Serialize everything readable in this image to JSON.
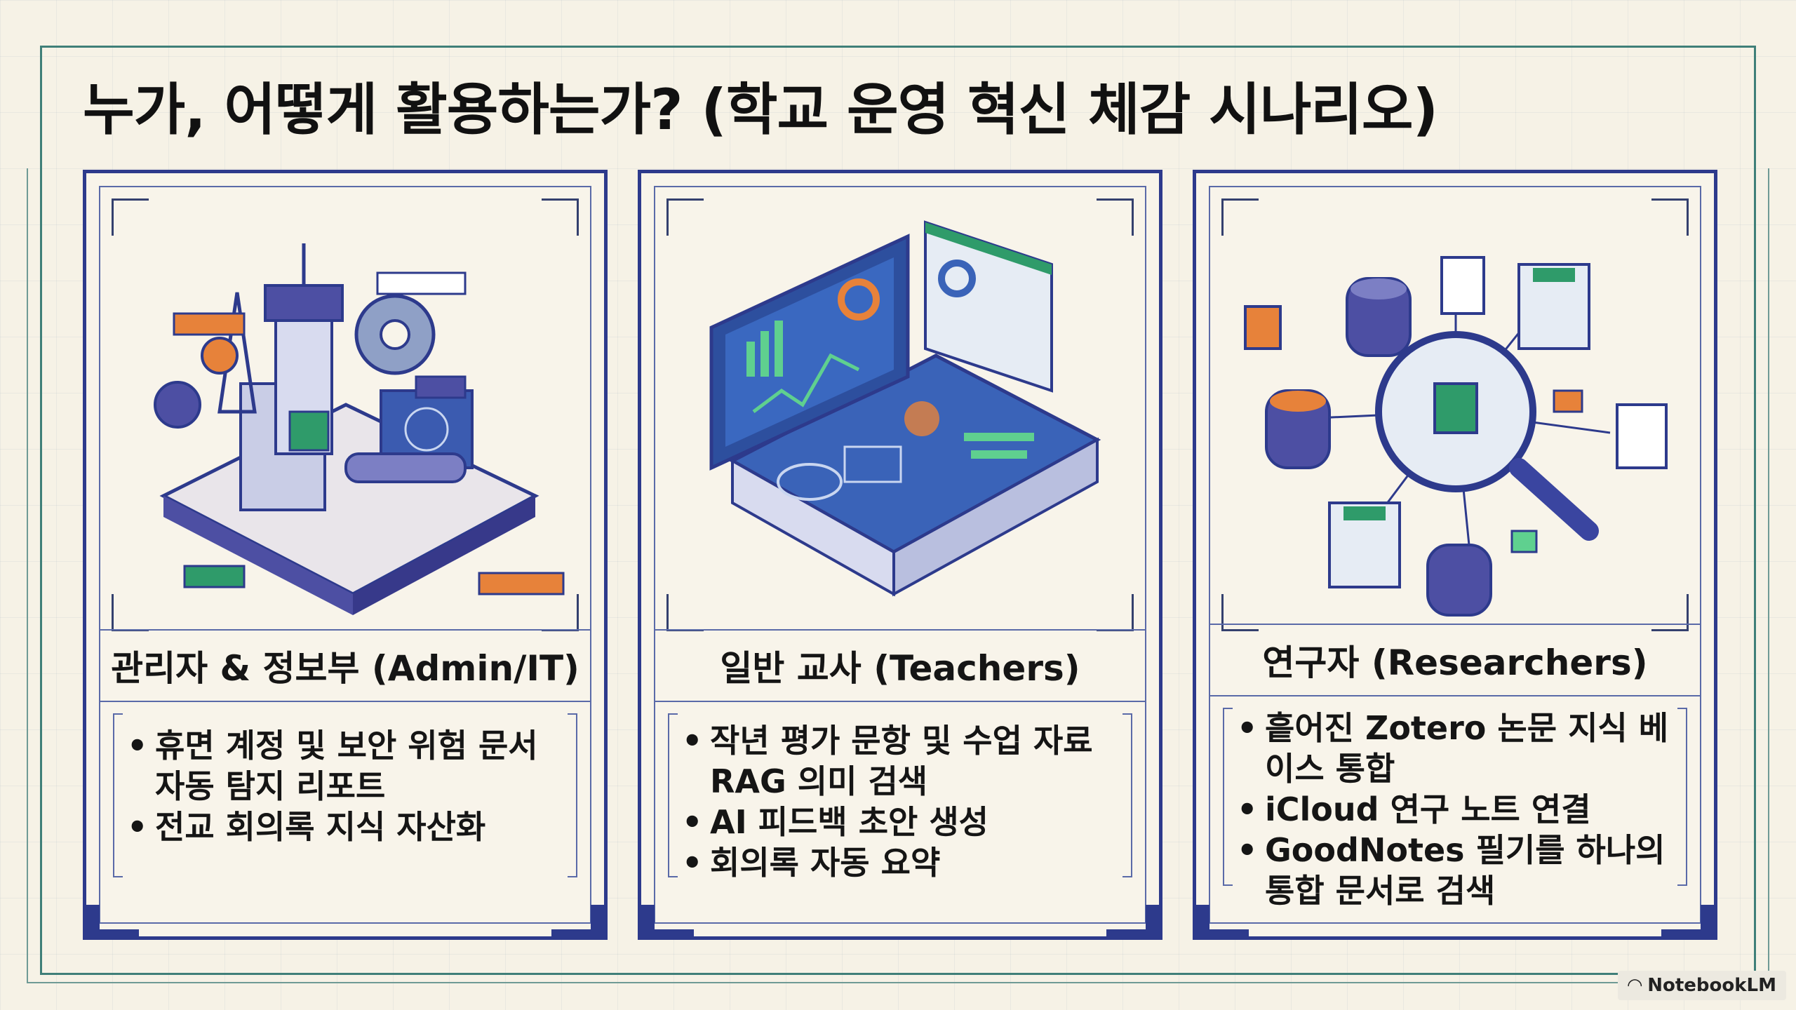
{
  "title": "누가, 어떻게 활용하는가? (학교 운영 혁신 체감 시나리오)",
  "cards": [
    {
      "heading": "관리자 & 정보부 (Admin/IT)",
      "illustration": "factory-server-illustration",
      "bullets": [
        "휴면 계정 및 보안 위험 문서 자동 탐지 리포트",
        "전교 회의록 지식 자산화"
      ]
    },
    {
      "heading": "일반 교사 (Teachers)",
      "illustration": "dashboard-screen-illustration",
      "bullets": [
        "작년 평가 문항 및 수업 자료 RAG 의미 검색",
        "AI 피드백 초안 생성",
        "회의록 자동 요약"
      ]
    },
    {
      "heading": "연구자 (Researchers)",
      "illustration": "database-magnifier-illustration",
      "bullets": [
        "흩어진 Zotero 논문 지식 베이스 통합",
        "iCloud 연구 노트 연결",
        "GoodNotes 필기를 하나의 통합 문서로 검색"
      ]
    }
  ],
  "brand": "NotebookLM",
  "colors": {
    "navy": "#2d3a8c",
    "teal": "#3f7f78",
    "orange": "#e7823a",
    "green": "#2f9b6a",
    "purple": "#4d4fa3",
    "paper": "#f6f2e6"
  }
}
